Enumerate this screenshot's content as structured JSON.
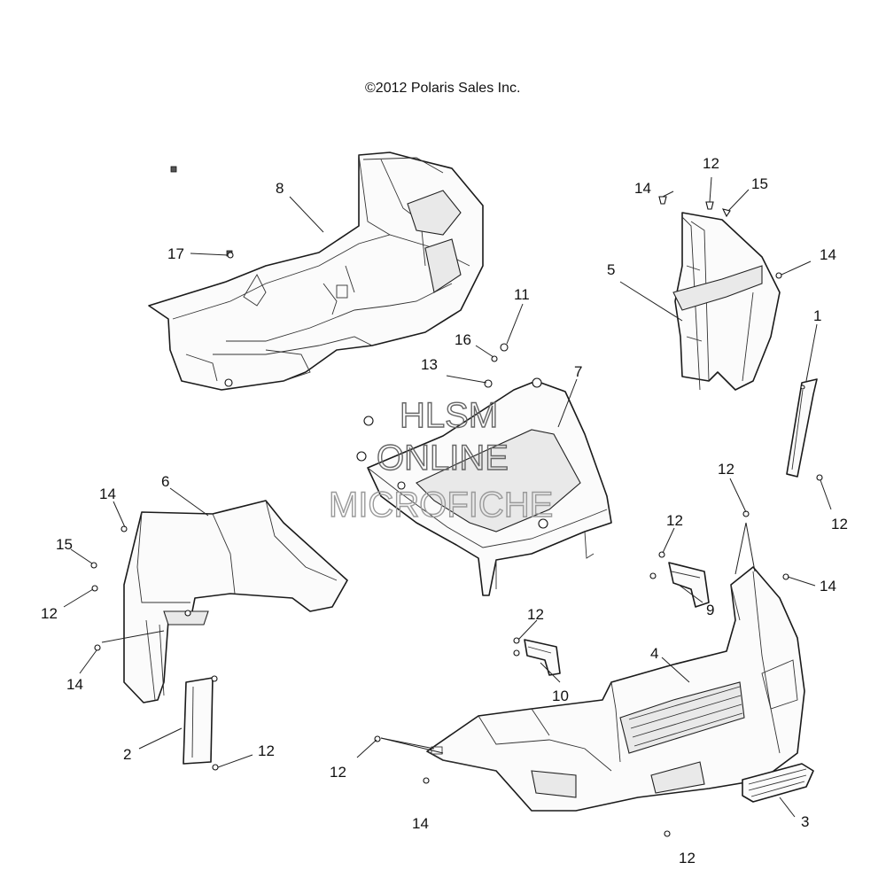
{
  "copyright": "©2012 Polaris Sales Inc.",
  "watermark": {
    "line1": "HLSM",
    "line2": "ONLINE",
    "line3": "MICROFICHE"
  },
  "callouts": [
    "1",
    "2",
    "3",
    "4",
    "5",
    "6",
    "7",
    "8",
    "9",
    "10",
    "11",
    "12",
    "12",
    "12",
    "12",
    "12",
    "12",
    "12",
    "12",
    "12",
    "13",
    "14",
    "14",
    "14",
    "14",
    "14",
    "14",
    "15",
    "15",
    "16",
    "17"
  ]
}
